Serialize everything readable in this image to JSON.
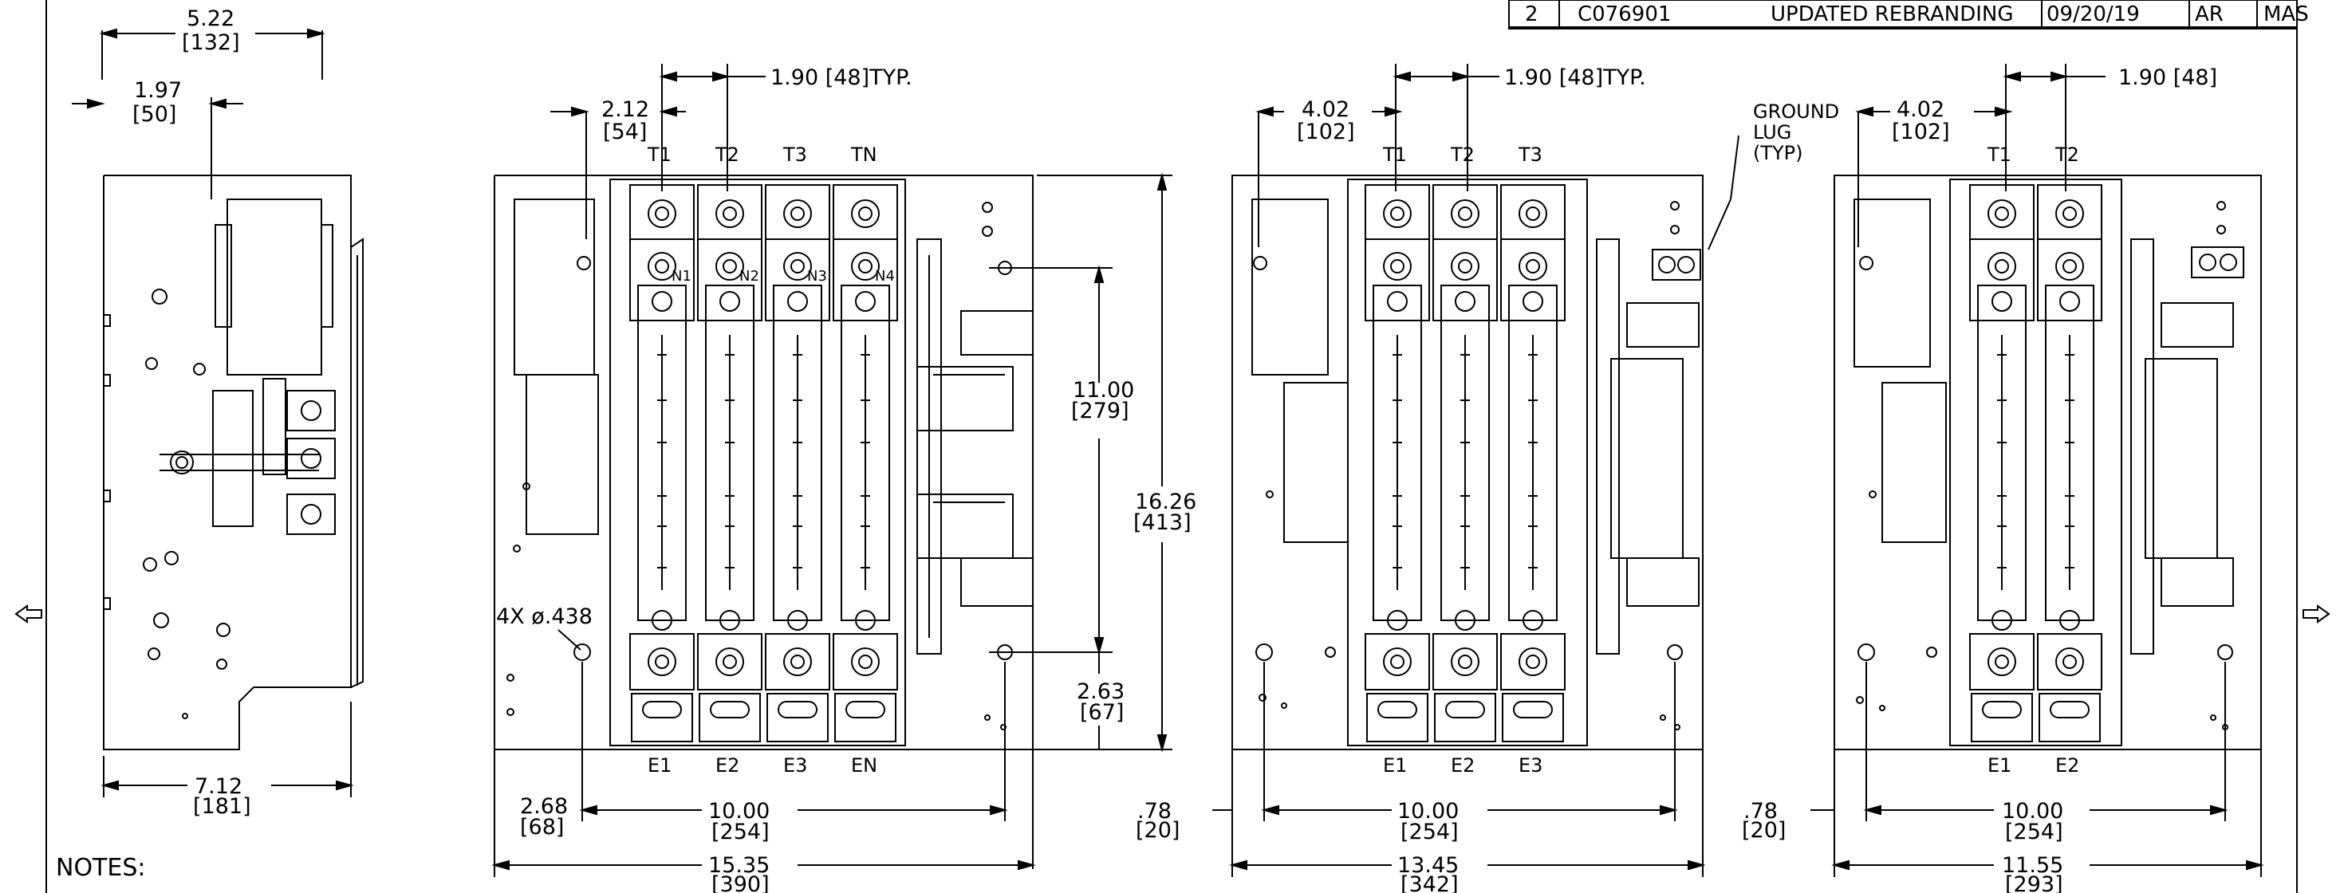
{
  "revision": {
    "rev": "2",
    "ecn": "C076901",
    "description": "UPDATED  REBRANDING",
    "date": "09/20/19",
    "by": "AR",
    "approved": "MAS"
  },
  "side_view": {
    "dim_top": "5.22",
    "dim_top_mm": "[132]",
    "dim_left": "1.97",
    "dim_left_mm": "[50]",
    "dim_bottom": "7.12",
    "dim_bottom_mm": "[181]"
  },
  "view4p": {
    "dim_typ": "1.90  [48]TYP.",
    "dim_left": "2.12",
    "dim_left_mm": "[54]",
    "top_labels": [
      "T1",
      "T2",
      "T3",
      "TN"
    ],
    "n_labels": [
      "N1",
      "N2",
      "N3",
      "N4"
    ],
    "bottom_labels": [
      "E1",
      "E2",
      "E3",
      "EN"
    ],
    "dim_mount_h": "11.00",
    "dim_mount_h_mm": "[279]",
    "dim_height": "16.26",
    "dim_height_mm": "[413]",
    "dim_bot_gap": "2.63",
    "dim_bot_gap_mm": "[67]",
    "hole_note": "4X  ø.438",
    "dim_offset": "2.68",
    "dim_offset_mm": "[68]",
    "dim_mount_w": "10.00",
    "dim_mount_w_mm": "[254]",
    "dim_width": "15.35",
    "dim_width_mm": "[390]"
  },
  "view3p": {
    "dim_typ": "1.90  [48]TYP.",
    "dim_left": "4.02",
    "dim_left_mm": "[102]",
    "top_labels": [
      "T1",
      "T2",
      "T3"
    ],
    "bottom_labels": [
      "E1",
      "E2",
      "E3"
    ],
    "ground_lug": [
      "GROUND",
      "LUG",
      "(TYP)"
    ],
    "dim_offset": ".78",
    "dim_offset_mm": "[20]",
    "dim_mount_w": "10.00",
    "dim_mount_w_mm": "[254]",
    "dim_width": "13.45",
    "dim_width_mm": "[342]"
  },
  "view2p": {
    "dim_typ": "1.90  [48]",
    "dim_left": "4.02",
    "dim_left_mm": "[102]",
    "top_labels": [
      "T1",
      "T2"
    ],
    "bottom_labels": [
      "E1",
      "E2"
    ],
    "dim_offset": ".78",
    "dim_offset_mm": "[20]",
    "dim_mount_w": "10.00",
    "dim_mount_w_mm": "[254]",
    "dim_width": "11.55",
    "dim_width_mm": "[293]"
  },
  "notes_label": "NOTES:"
}
